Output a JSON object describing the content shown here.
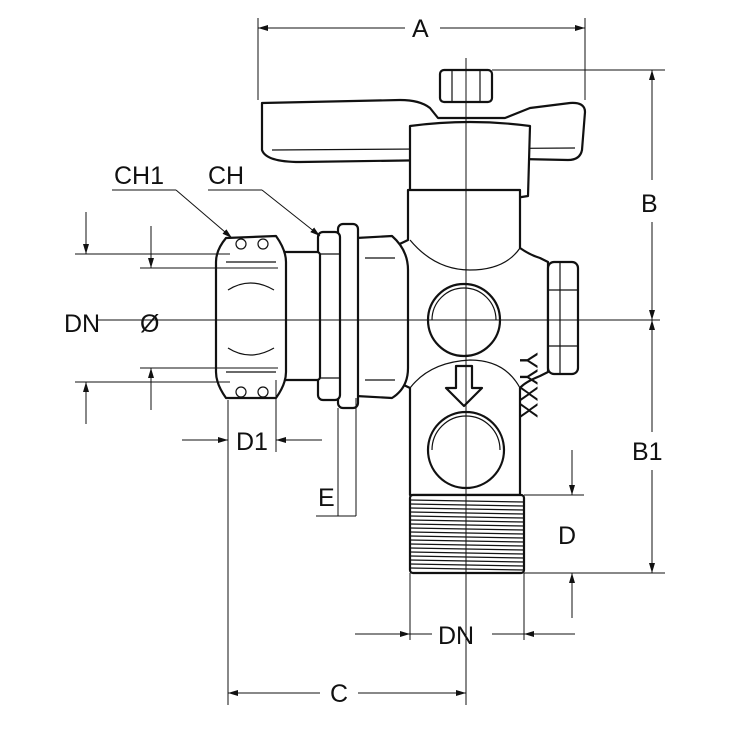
{
  "diagram": {
    "labels": {
      "A": "A",
      "B": "B",
      "B1": "B1",
      "C": "C",
      "CH1": "CH1",
      "CH": "CH",
      "DN_left": "DN",
      "diameter": "Ø",
      "D1": "D1",
      "E": "E",
      "D": "D",
      "DN_bottom": "DN"
    },
    "marking": "YYXX"
  }
}
